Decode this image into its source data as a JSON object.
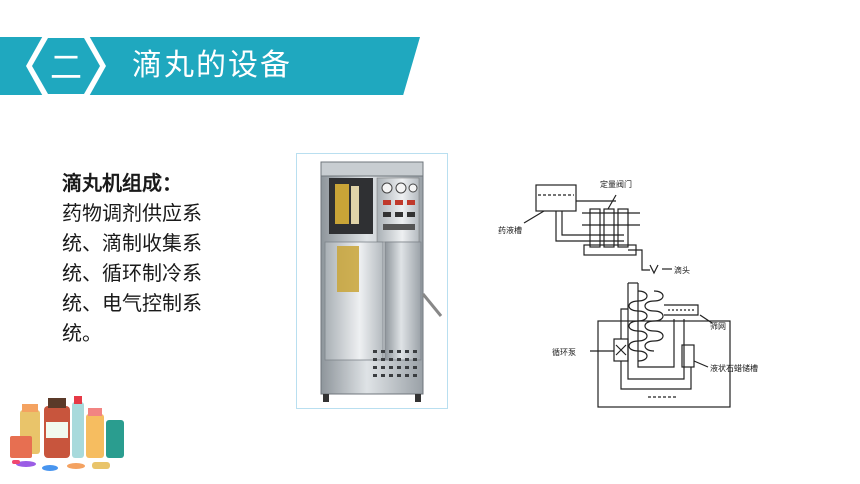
{
  "header": {
    "number": "二",
    "title": "滴丸的设备",
    "accent_color": "#1fa8bf"
  },
  "description": {
    "heading": "滴丸机组成：",
    "body": "药物调剂供应系统、滴制收集系统、循环制冷系统、电气控制系统。"
  },
  "diagram": {
    "labels": {
      "valve": "定量阀门",
      "tank": "药液槽",
      "drip_head": "滴头",
      "screen": "筛网",
      "pump": "循环泵",
      "paraffin_tank": "液状石蜡储槽"
    }
  },
  "icons": {
    "machine": "dripping-pill-machine-photo",
    "medicine": "medicine-bottles-icon"
  }
}
